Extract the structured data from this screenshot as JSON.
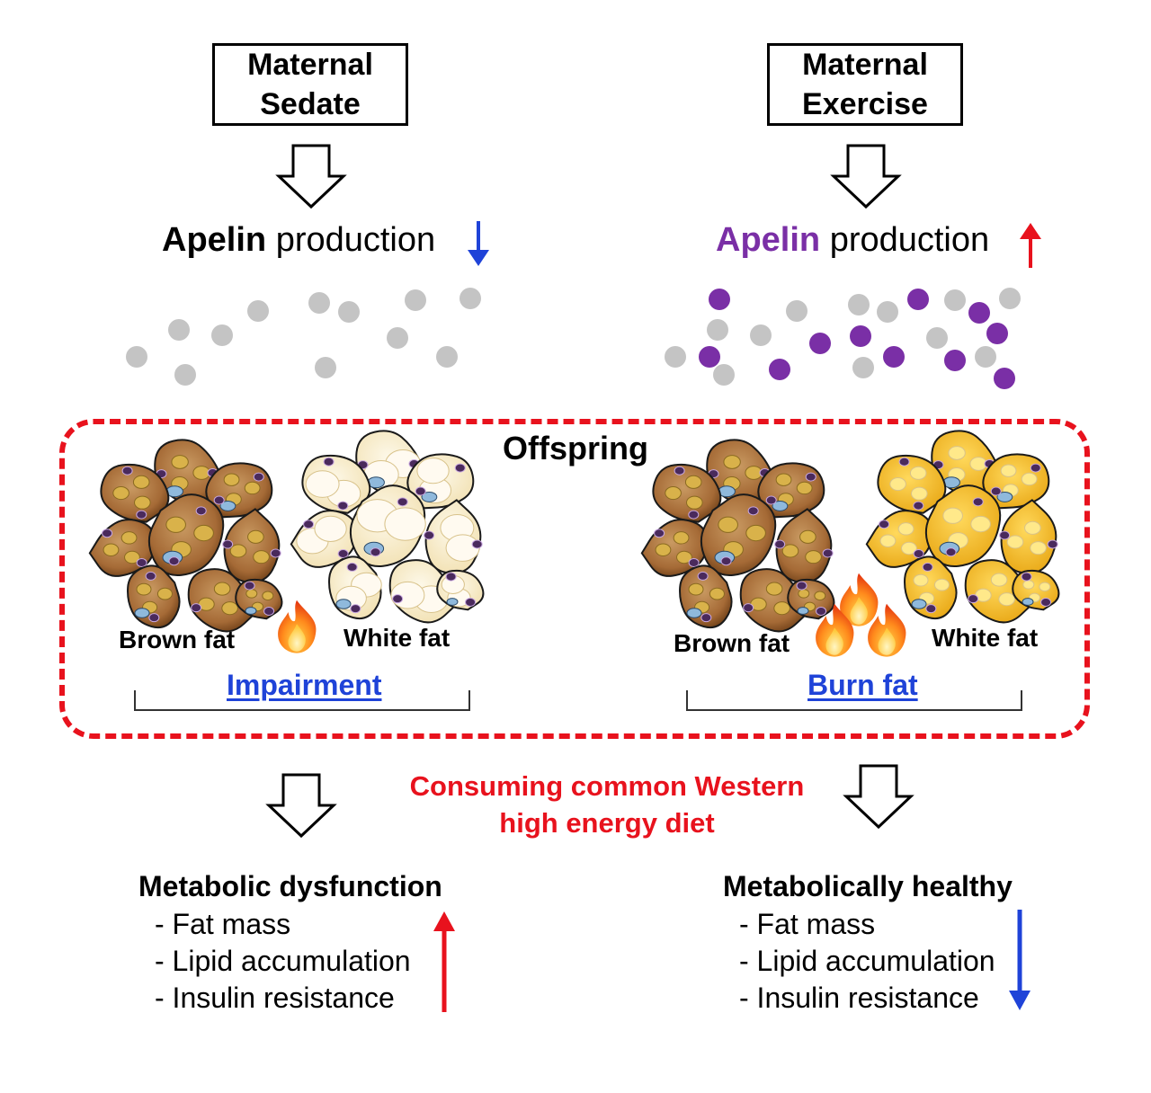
{
  "left": {
    "condition": [
      "Maternal",
      "Sedate"
    ],
    "apelin_word": "Apelin",
    "apelin_rest": "production",
    "apelin_color": "#000000",
    "apelin_trend": "down",
    "brown_label": "Brown fat",
    "white_label": "White fat",
    "outcome": "Impairment",
    "result_title": "Metabolic dysfunction",
    "result_items": [
      "- Fat mass",
      "- Lipid accumulation",
      "- Insulin resistance"
    ],
    "result_trend": "up"
  },
  "right": {
    "condition": [
      "Maternal",
      "Exercise"
    ],
    "apelin_word": "Apelin",
    "apelin_rest": "production",
    "apelin_color": "#7a2fa6",
    "apelin_trend": "up",
    "brown_label": "Brown fat",
    "white_label": "White fat",
    "outcome": "Burn fat",
    "result_title": "Metabolically healthy",
    "result_items": [
      "- Fat mass",
      "- Lipid accumulation",
      "- Insulin resistance"
    ],
    "result_trend": "down"
  },
  "offspring_label": "Offspring",
  "diet_text": [
    "Consuming common Western",
    "high energy diet"
  ],
  "colors": {
    "up_arrow": "#e8121d",
    "down_arrow": "#1f43d8",
    "dashed_frame": "#e8121d",
    "molecule_gray": "#c4c4c4",
    "molecule_purple": "#7a2fa6",
    "brown_fat": "#9b6232",
    "white_fat_plain": "#f8eccb",
    "white_fat_browned": "#f2b82a",
    "nucleus": "#4a2a5c",
    "lipid_droplet": "#8fb9dc"
  },
  "icons": {
    "flame": "flame-icon",
    "up": "arrow-up-icon",
    "down": "arrow-down-icon",
    "flow": "hollow-down-arrow-icon"
  }
}
